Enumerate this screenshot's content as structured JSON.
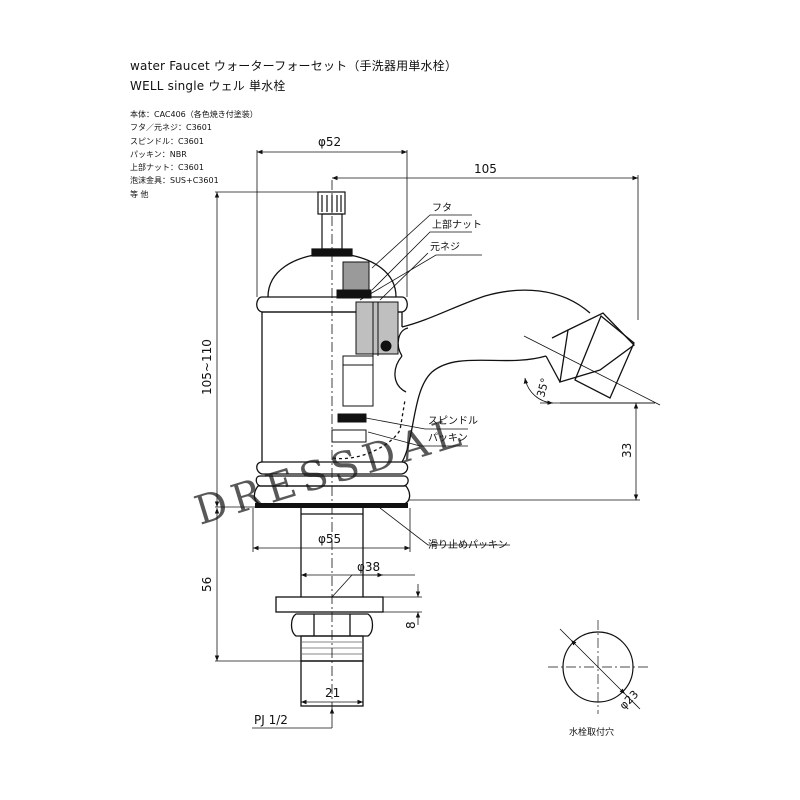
{
  "title": {
    "line1": "water Faucet  ウォーターフォーセット（手洗器用単水栓）",
    "line2": "WELL single  ウェル 単水栓"
  },
  "specs": [
    "本体：CAC406（各色焼き付塗装）",
    "フタ／元ネジ：C3601",
    "スピンドル：C3601",
    "パッキン：NBR",
    "上部ナット：C3601",
    "泡沫金具：SUS+C3601",
    "等 他"
  ],
  "dimensions": {
    "top_diameter": "φ52",
    "spout_reach": "105",
    "body_height": "105~110",
    "spout_angle": "35°",
    "spout_height": "33",
    "base_diameter": "φ55",
    "shank_diameter": "φ38",
    "shank_length": "56",
    "nut_thickness": "8",
    "pipe_width": "21",
    "thread": "PJ 1/2",
    "hole_diameter": "φ23"
  },
  "part_labels": {
    "lid": "フタ",
    "upper_nut": "上部ナット",
    "base_screw": "元ネジ",
    "spindle": "スピンドル",
    "packing": "パッキン",
    "anti_slip_packing": "滑り止めパッキン"
  },
  "hole_caption": "水栓取付穴",
  "watermark": "DRESSDAL"
}
